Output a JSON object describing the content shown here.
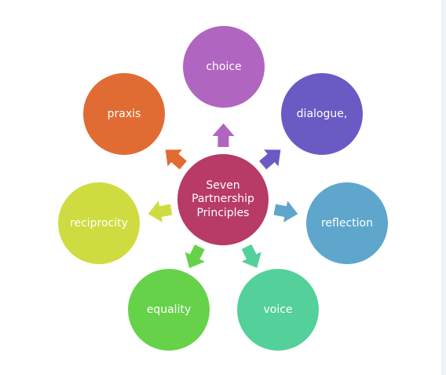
{
  "center": {
    "label": "Seven\nPartnership\nPrinciples",
    "color": "#b83a66"
  },
  "principles": [
    {
      "label": "choice",
      "color": "#b065c0"
    },
    {
      "label": "dialogue,",
      "color": "#6a5ac4"
    },
    {
      "label": "reflection",
      "color": "#5ea6cc"
    },
    {
      "label": "voice",
      "color": "#54d09a"
    },
    {
      "label": "equality",
      "color": "#66d24a"
    },
    {
      "label": "reciprocity",
      "color": "#cedc42"
    },
    {
      "label": "praxis",
      "color": "#e06c34"
    }
  ]
}
